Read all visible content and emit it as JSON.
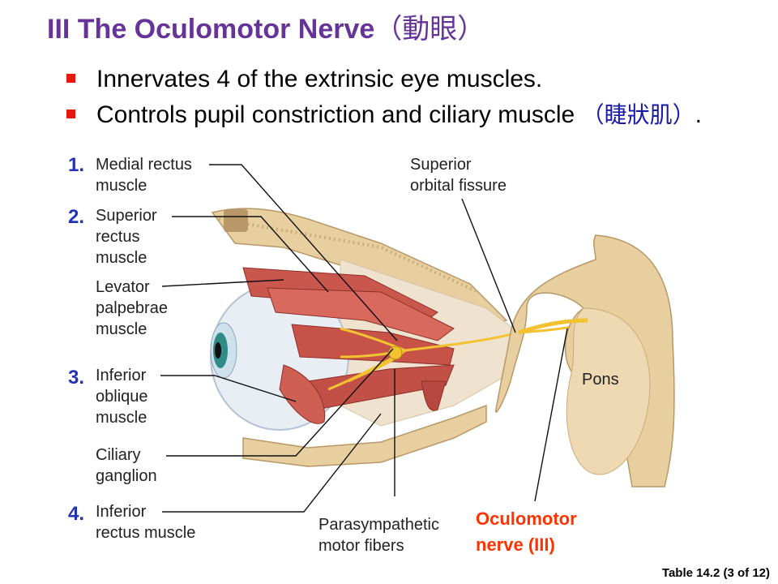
{
  "title": {
    "text": "III The Oculomotor Nerve",
    "cjk": "（動眼）"
  },
  "bullets": [
    {
      "text": "Innervates 4 of the extrinsic eye muscles.",
      "cjk": "",
      "tail": ""
    },
    {
      "text": "Controls pupil constriction and ciliary muscle ",
      "cjk": "（睫狀肌）",
      "tail": "."
    }
  ],
  "labels": {
    "medial_rectus": "Medial rectus\nmuscle",
    "superior_rectus": "Superior\nrectus\nmuscle",
    "levator": "Levator\npalpebrae\nmuscle",
    "inferior_oblique": "Inferior\noblique\nmuscle",
    "ciliary_ganglion": "Ciliary\nganglion",
    "inferior_rectus": "Inferior\nrectus muscle",
    "superior_orbital_fissure": "Superior\norbital fissure",
    "parasympathetic": "Parasympathetic\nmotor fibers",
    "pons": "Pons",
    "oculomotor_nerve": "Oculomotor\nnerve (III)"
  },
  "numbers": {
    "n1": "1.",
    "n2": "2.",
    "n3": "3.",
    "n4": "4."
  },
  "caption": "Table 14.2 (3 of 12)",
  "colors": {
    "title": "#663399",
    "bullet": "#e8180c",
    "number": "#2333b8",
    "highlight": "#ff3300",
    "muscle": "#c9574e",
    "nerve": "#f2c230",
    "bone": "#e8cfa0"
  }
}
